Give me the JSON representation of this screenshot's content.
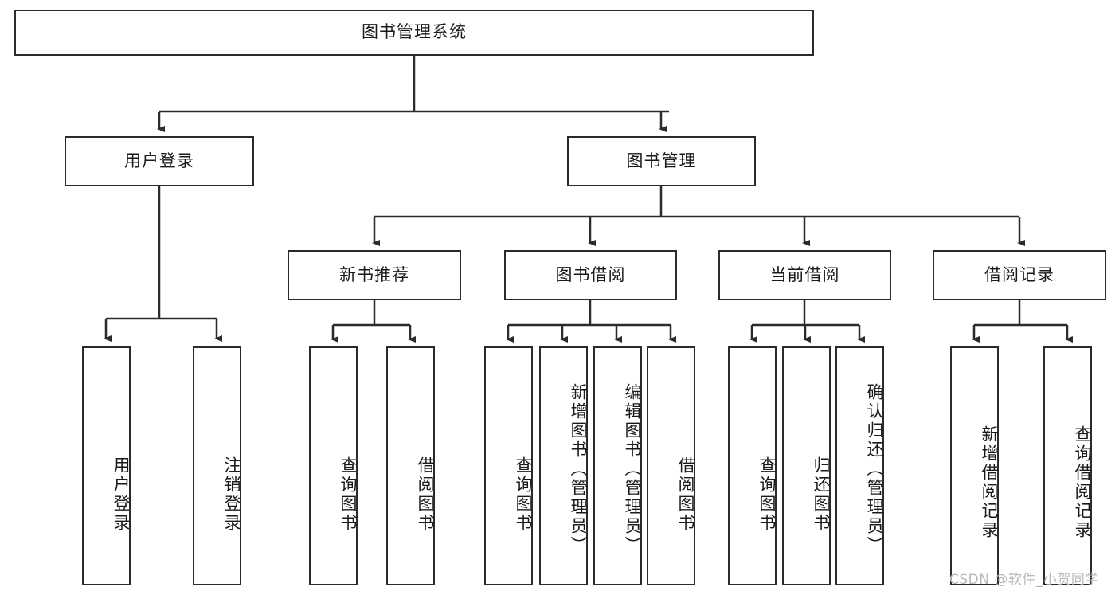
{
  "diagram": {
    "title": "图书管理系统",
    "type": "tree-hierarchy",
    "root": {
      "id": "root",
      "label": "图书管理系统"
    },
    "level2": [
      {
        "id": "login",
        "label": "用户登录"
      },
      {
        "id": "bookmgmt",
        "label": "图书管理"
      }
    ],
    "level3": [
      {
        "id": "newbook",
        "label": "新书推荐",
        "parent": "bookmgmt"
      },
      {
        "id": "borrow",
        "label": "图书借阅",
        "parent": "bookmgmt"
      },
      {
        "id": "current",
        "label": "当前借阅",
        "parent": "bookmgmt"
      },
      {
        "id": "record",
        "label": "借阅记录",
        "parent": "bookmgmt"
      }
    ],
    "leaves": [
      {
        "id": "leaf-user-login",
        "label": "用户登录",
        "parent": "login"
      },
      {
        "id": "leaf-user-logout",
        "label": "注销登录",
        "parent": "login"
      },
      {
        "id": "leaf-newbook-query",
        "label": "查询图书",
        "parent": "newbook"
      },
      {
        "id": "leaf-newbook-borrow",
        "label": "借阅图书",
        "parent": "newbook"
      },
      {
        "id": "leaf-borrow-query",
        "label": "查询图书",
        "parent": "borrow"
      },
      {
        "id": "leaf-borrow-add",
        "label": "新增图书（管理员）",
        "parent": "borrow"
      },
      {
        "id": "leaf-borrow-edit",
        "label": "编辑图书（管理员）",
        "parent": "borrow"
      },
      {
        "id": "leaf-borrow-lend",
        "label": "借阅图书",
        "parent": "borrow"
      },
      {
        "id": "leaf-current-query",
        "label": "查询图书",
        "parent": "current"
      },
      {
        "id": "leaf-current-return",
        "label": "归还图书",
        "parent": "current"
      },
      {
        "id": "leaf-current-confirm",
        "label": "确认归还（管理员）",
        "parent": "current"
      },
      {
        "id": "leaf-record-add",
        "label": "新增借阅记录",
        "parent": "record"
      },
      {
        "id": "leaf-record-query",
        "label": "查询借阅记录",
        "parent": "record"
      }
    ]
  },
  "watermark": {
    "text": "CSDN @软件_小贺同学"
  },
  "colors": {
    "stroke": "#2b2b2b",
    "background": "#ffffff",
    "text": "#1a1a1a",
    "watermark": "#b9b9b9"
  }
}
